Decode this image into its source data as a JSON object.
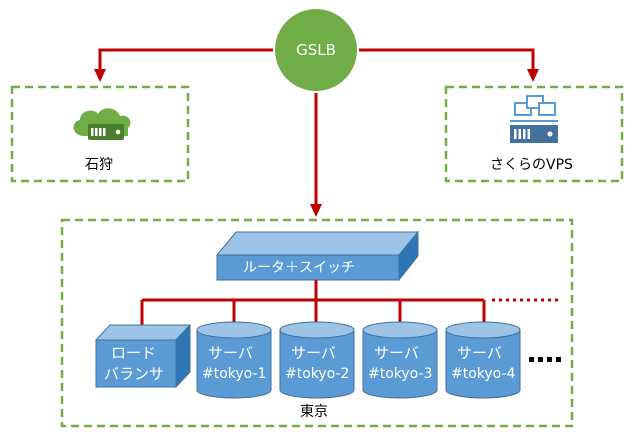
{
  "gslb": {
    "label": "GSLB",
    "fill": "#70ad47"
  },
  "sites": {
    "ishikari": {
      "label": "石狩"
    },
    "vps": {
      "label": "さくらのVPS"
    },
    "tokyo": {
      "label": "東京"
    }
  },
  "router": {
    "label": "ルータ＋スイッチ"
  },
  "load_balancer": {
    "line1": "ロード",
    "line2": "バランサ"
  },
  "servers": [
    {
      "line1": "サーバ",
      "line2": "#tokyo-1"
    },
    {
      "line1": "サーバ",
      "line2": "#tokyo-2"
    },
    {
      "line1": "サーバ",
      "line2": "#tokyo-3"
    },
    {
      "line1": "サーバ",
      "line2": "#tokyo-4"
    }
  ],
  "colors": {
    "connector": "#c00000",
    "site_border": "#70ad47",
    "box_fill": "#5b9bd5",
    "box_stroke": "#41719c"
  },
  "icons": [
    "cloud-server-icon",
    "network-server-icon"
  ]
}
